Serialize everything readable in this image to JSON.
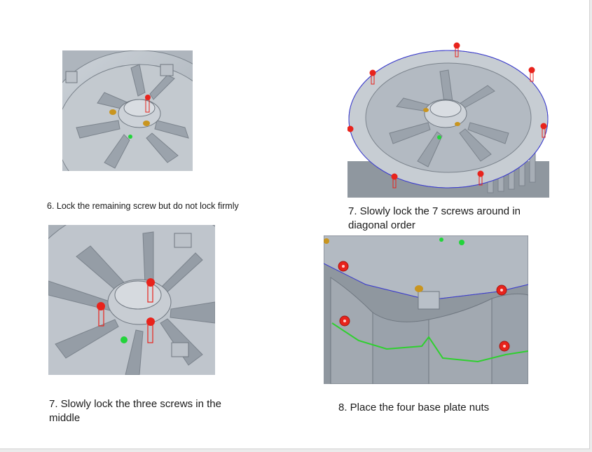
{
  "steps": [
    {
      "caption": "6. Lock the remaining screw but do not lock firmly",
      "figure": "fan-housing-top-view-one-screw"
    },
    {
      "caption": "7. Slowly lock the 7 screws around in diagonal order",
      "figure": "fan-housing-rim-seven-screws"
    },
    {
      "caption": "7. Slowly lock the three screws in the middle",
      "figure": "fan-housing-center-three-screws"
    },
    {
      "caption": "8. Place the four base plate nuts",
      "figure": "base-plate-four-nuts"
    }
  ],
  "colors": {
    "page": "#ffffff",
    "background": "#ebebeb",
    "part": "#b9c0c8",
    "part_dark": "#8e969f",
    "screw": "#e8231c",
    "nut_gold": "#c9951f",
    "marker_green": "#22d43a",
    "edge_blue": "#3a3ad6",
    "weld_green": "#2fd02f"
  }
}
